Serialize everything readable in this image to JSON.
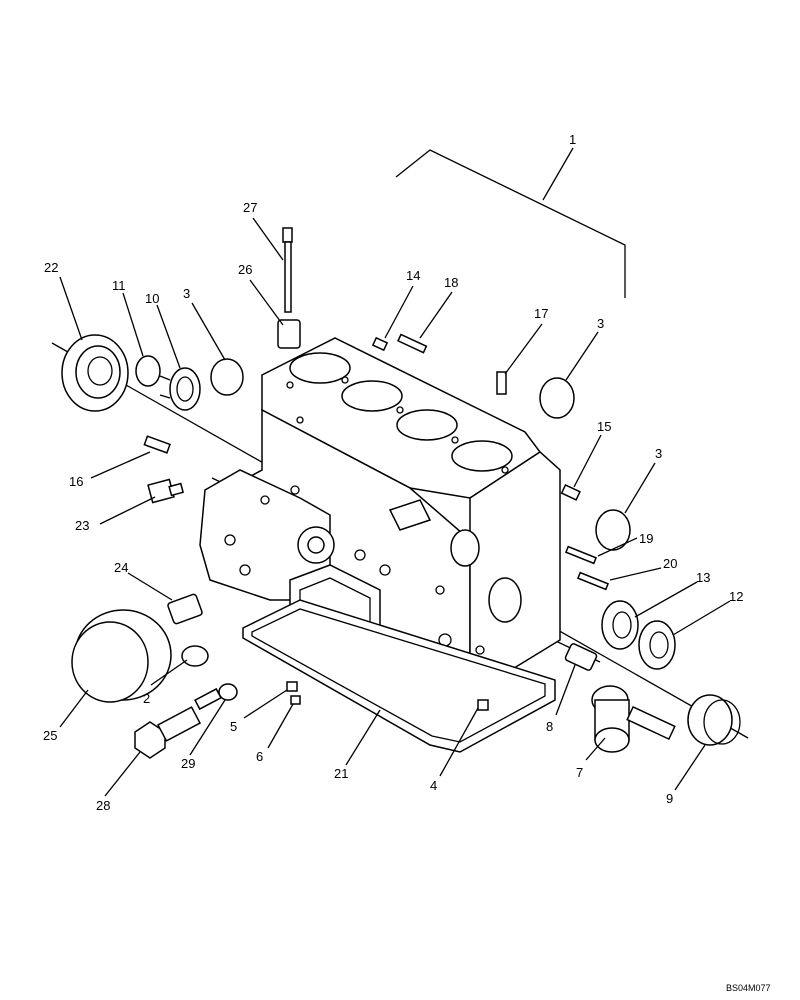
{
  "figure_code": "BS04M077",
  "callouts": [
    "1",
    "2",
    "3",
    "3",
    "3",
    "4",
    "5",
    "6",
    "7",
    "8",
    "9",
    "10",
    "11",
    "12",
    "13",
    "14",
    "15",
    "16",
    "17",
    "18",
    "19",
    "20",
    "21",
    "22",
    "23",
    "24",
    "25",
    "26",
    "27",
    "28",
    "29"
  ]
}
